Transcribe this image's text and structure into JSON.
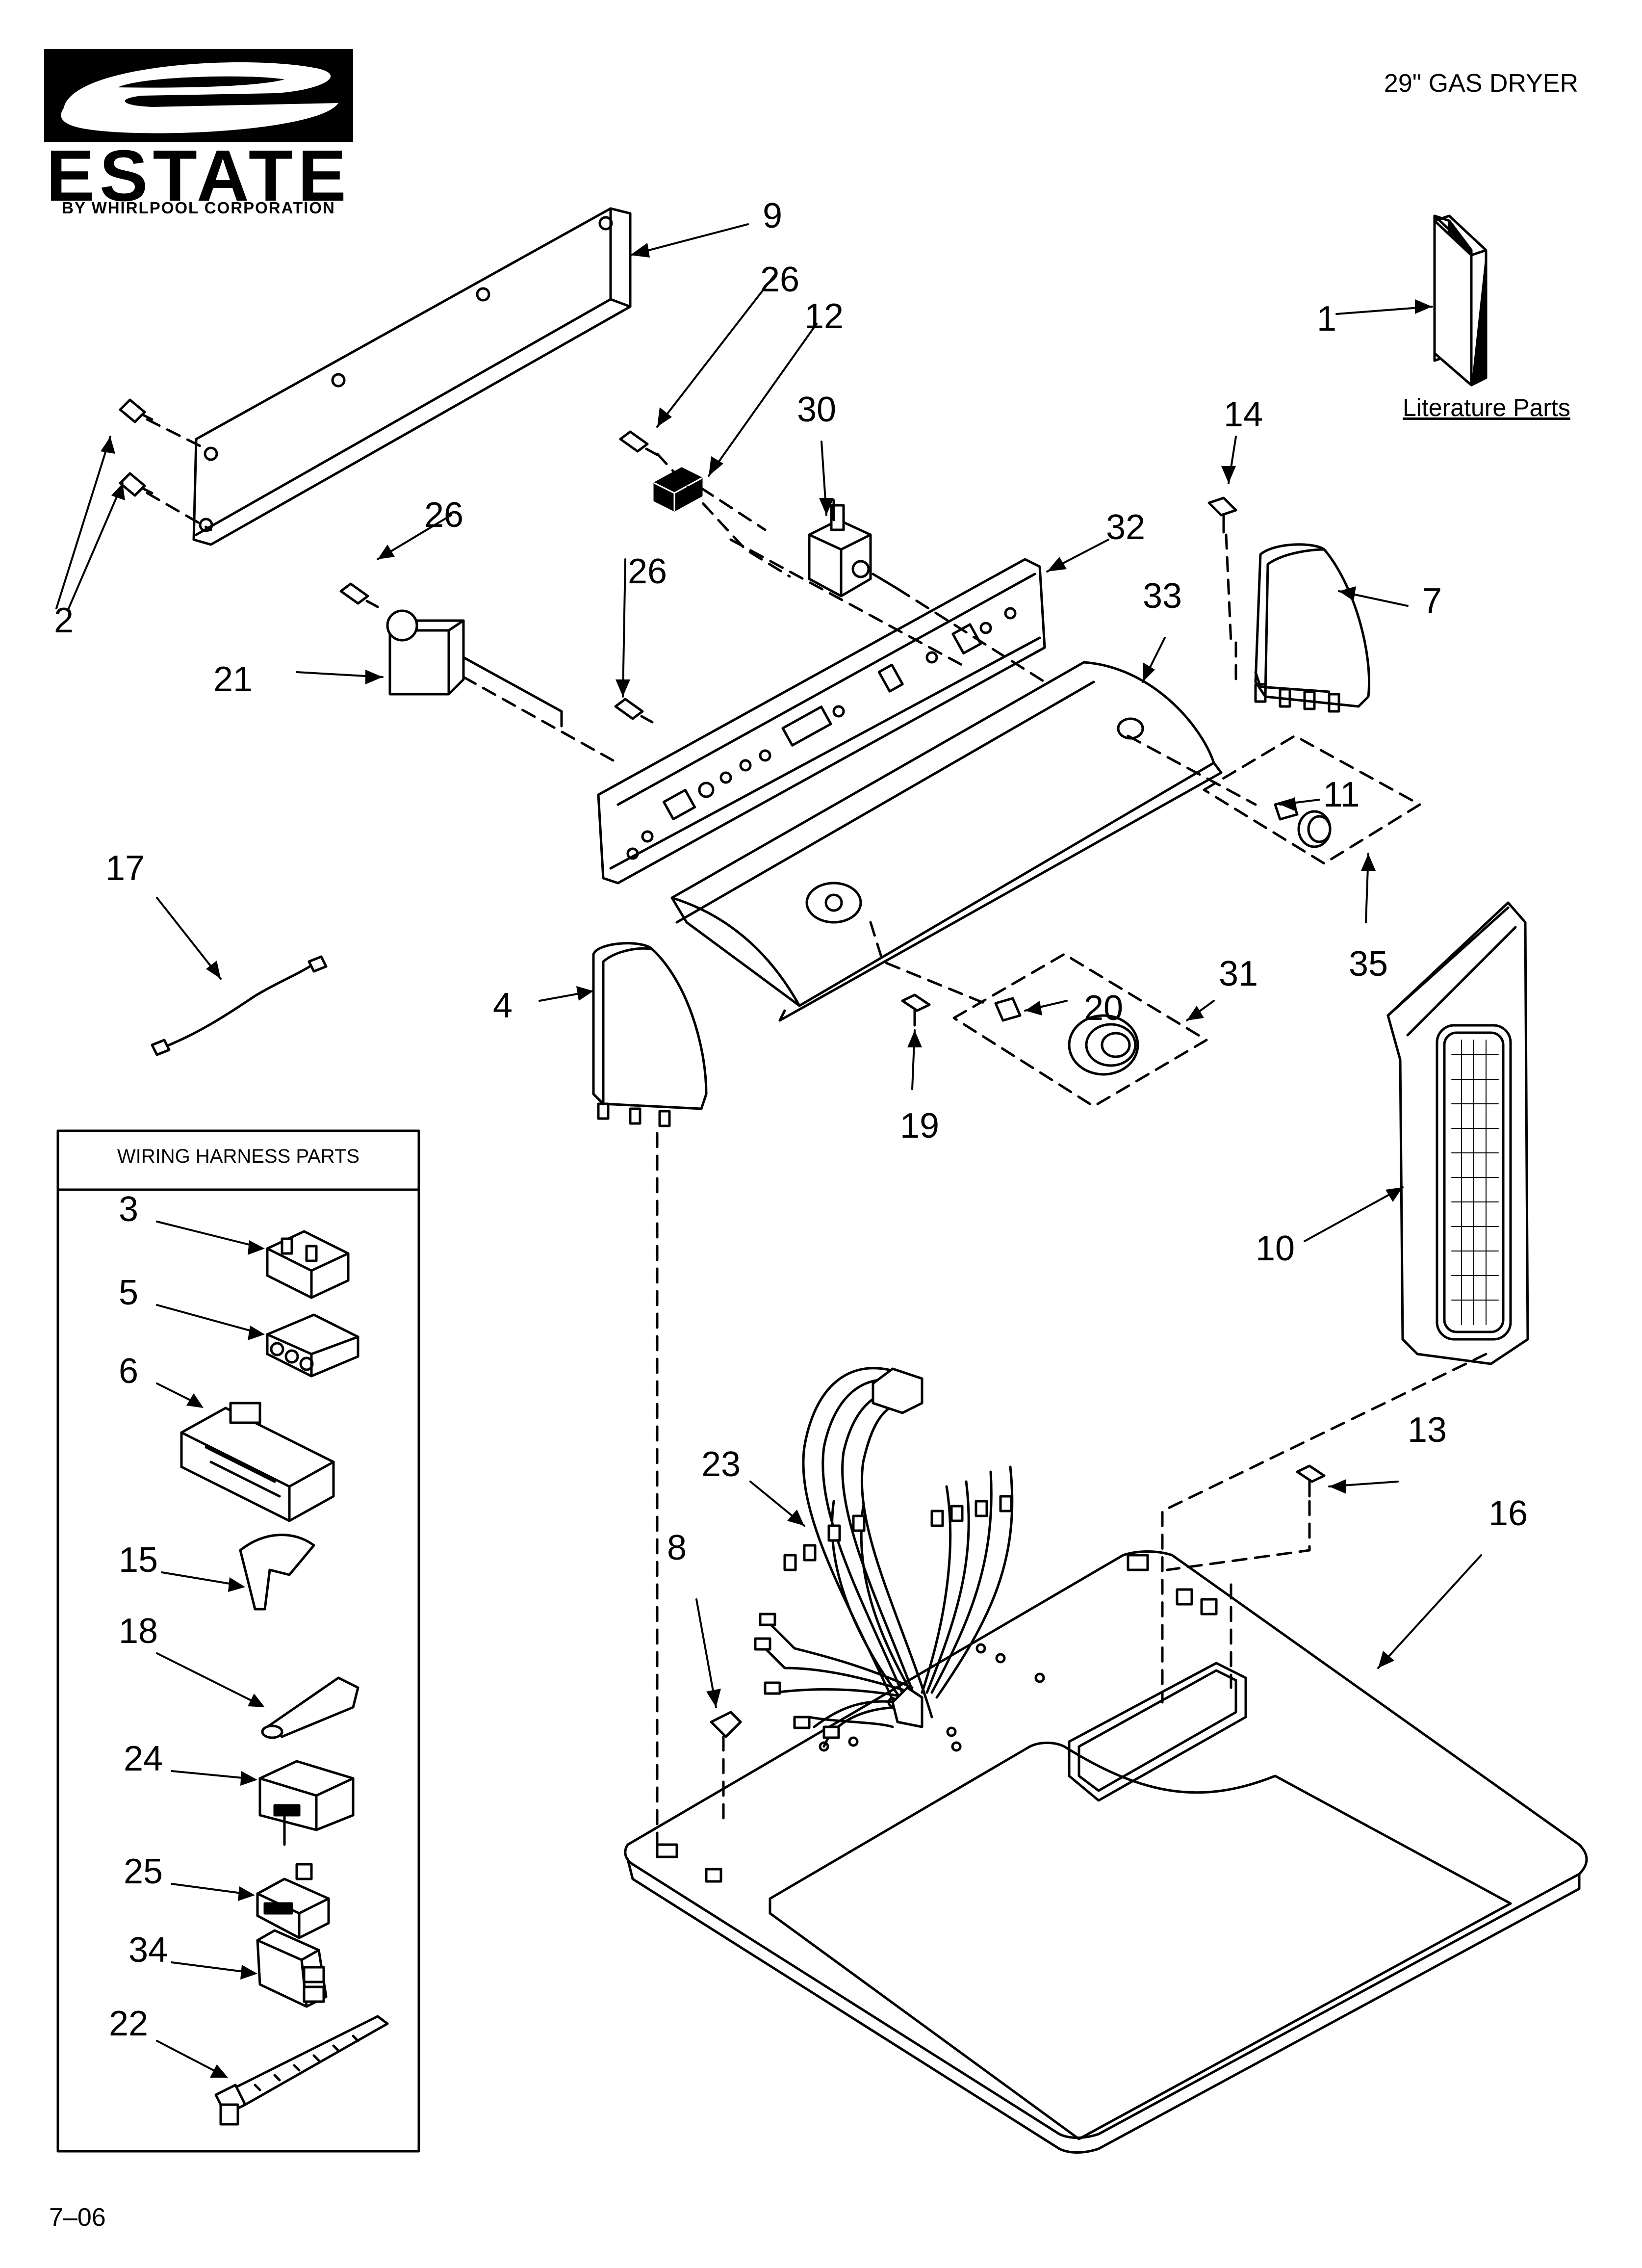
{
  "brand": {
    "name": "ESTATE",
    "subtitle": "BY WHIRLPOOL CORPORATION"
  },
  "header": {
    "model": "29\" GAS DRYER"
  },
  "literature": {
    "label": "Literature Parts"
  },
  "wiring_box": {
    "title": "WIRING HARNESS PARTS"
  },
  "footer": {
    "page": "7–06"
  },
  "callouts": {
    "c1": "1",
    "c2": "2",
    "c3": "3",
    "c4": "4",
    "c5": "5",
    "c6": "6",
    "c7": "7",
    "c8": "8",
    "c9": "9",
    "c10": "10",
    "c11": "11",
    "c12": "12",
    "c13": "13",
    "c14": "14",
    "c15": "15",
    "c16": "16",
    "c17": "17",
    "c18": "18",
    "c19": "19",
    "c20": "20",
    "c21": "21",
    "c22": "22",
    "c23": "23",
    "c24": "24",
    "c25": "25",
    "c26a": "26",
    "c26b": "26",
    "c26c": "26",
    "c30": "30",
    "c31": "31",
    "c32": "32",
    "c33": "33",
    "c34": "34",
    "c35": "35"
  }
}
